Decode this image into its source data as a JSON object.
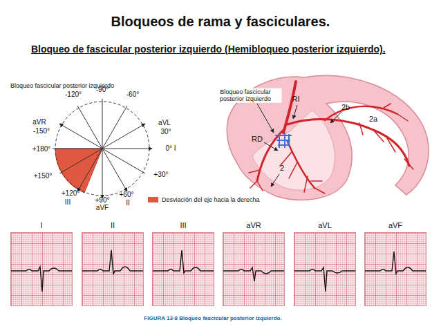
{
  "diagram": {
    "title": "Bloqueos de rama y fasciculares.",
    "caption": "FIGURA 13-8 Bloqueo fascicular posterior izquierdo.",
    "nodes": [
      {
        "text": [
          "I"
        ]
      },
      {
        "text": [
          "II"
        ]
      },
      {
        "text": [
          "III"
        ]
      },
      {
        "text": [
          "aVR"
        ]
      },
      {
        "text": [
          "aVL"
        ]
      },
      {
        "text": [
          "aVF"
        ]
      }
    ],
    "labels": [
      "Bloqueo de fascicular posterior izquierdo (Hemibloqueo posterior izquierdo).",
      "Bloqueo fascicular posterior izquierdo",
      "-90°",
      "-120°",
      "-60°",
      "aVR",
      "-150°",
      "aVL",
      "30°",
      "0° I",
      "+30°",
      "+60°",
      "II",
      "+90°",
      "aVF",
      "+120°",
      "III",
      "+150°",
      "+180°",
      "Bloqueo fascicular posterior izquierdo",
      "RI",
      "RD",
      "2b",
      "2a",
      "2"
    ],
    "legend": [
      {
        "text": "Desviación del eje hacia la derecha",
        "color": "#e2573f"
      }
    ]
  }
}
